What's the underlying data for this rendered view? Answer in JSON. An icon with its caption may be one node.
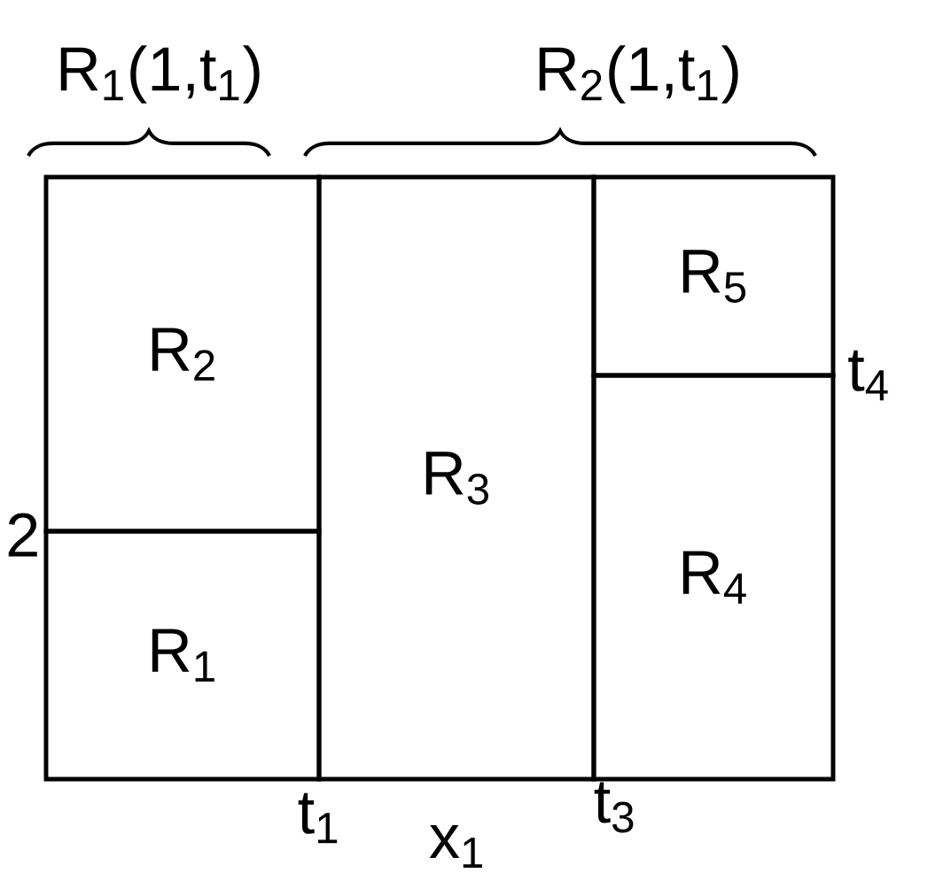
{
  "diagram": {
    "nodes": [
      {
        "text": [
          "R$_{2}$"
        ]
      },
      {
        "text": [
          "R$_{1}$"
        ]
      },
      {
        "text": [
          "R$_{3}$"
        ]
      },
      {
        "text": [
          "R$_{5}$"
        ]
      },
      {
        "text": [
          "R$_{4}$"
        ]
      }
    ],
    "labels": [
      "R$_{1}$(1,t$_{1}$)",
      "R$_{2}$(1,t$_{1}$)",
      "t$_{4}$",
      "2",
      "t$_{1}$",
      "x$_{1}$",
      "t$_{3}$"
    ]
  }
}
